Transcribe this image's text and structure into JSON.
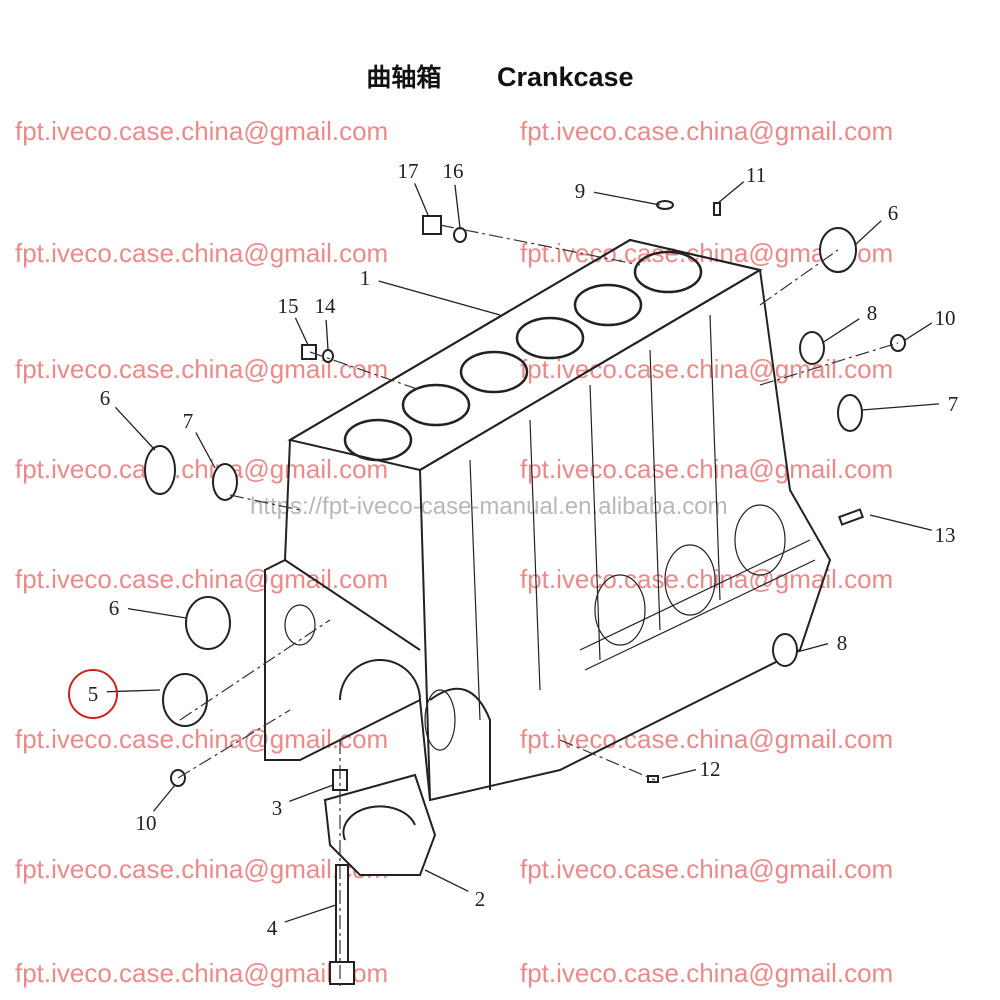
{
  "title": {
    "chinese": "曲轴箱",
    "english": "Crankcase"
  },
  "highlight_color": "#d02020",
  "callouts": [
    {
      "number": "17"
    },
    {
      "number": "16"
    },
    {
      "number": "9"
    },
    {
      "number": "11"
    },
    {
      "number": "6"
    },
    {
      "number": "1"
    },
    {
      "number": "15"
    },
    {
      "number": "14"
    },
    {
      "number": "8"
    },
    {
      "number": "10"
    },
    {
      "number": "6"
    },
    {
      "number": "7"
    },
    {
      "number": "7"
    },
    {
      "number": "13"
    },
    {
      "number": "6"
    },
    {
      "number": "5",
      "highlighted": true
    },
    {
      "number": "8"
    },
    {
      "number": "12"
    },
    {
      "number": "3"
    },
    {
      "number": "10"
    },
    {
      "number": "2"
    },
    {
      "number": "4"
    }
  ],
  "watermarks": {
    "email": "fpt.iveco.case.china@gmail.com",
    "url": "https://fpt-iveco-case-manual.en.alibaba.com"
  }
}
